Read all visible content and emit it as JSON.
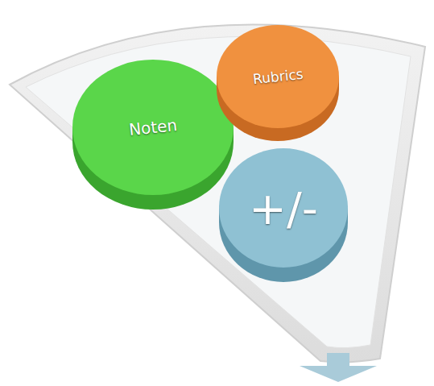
{
  "diagram": {
    "nodes": [
      {
        "text": [
          "Noten"
        ]
      },
      {
        "text": [
          "Rubrics"
        ]
      },
      {
        "text": [
          "+/-"
        ]
      }
    ]
  }
}
